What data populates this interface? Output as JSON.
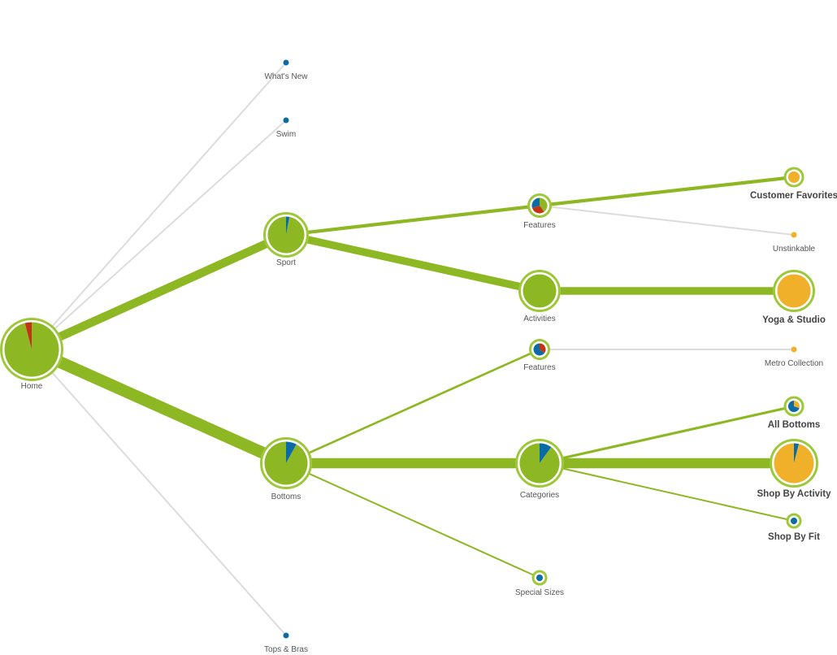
{
  "colors": {
    "green": "#8db823",
    "ring": "#9dc83a",
    "gray_link": "#dcdcdc",
    "blue": "#0a6ba5",
    "red": "#c33512",
    "orange": "#f0b02a"
  },
  "nodes": [
    {
      "id": "home",
      "label": "Home",
      "bold": false,
      "ring": true,
      "slices": [
        {
          "color": "green",
          "value": 0.96
        },
        {
          "color": "red",
          "value": 0.04
        }
      ]
    },
    {
      "id": "whats-new",
      "label": "What's New",
      "bold": false,
      "ring": false,
      "slices": [
        {
          "color": "blue",
          "value": 1
        }
      ]
    },
    {
      "id": "swim",
      "label": "Swim",
      "bold": false,
      "ring": false,
      "slices": [
        {
          "color": "blue",
          "value": 1
        }
      ]
    },
    {
      "id": "sport",
      "label": "Sport",
      "bold": false,
      "ring": true,
      "slices": [
        {
          "color": "blue",
          "value": 0.03
        },
        {
          "color": "green",
          "value": 0.97
        }
      ]
    },
    {
      "id": "bottoms",
      "label": "Bottoms",
      "bold": false,
      "ring": true,
      "slices": [
        {
          "color": "blue",
          "value": 0.08
        },
        {
          "color": "green",
          "value": 0.92
        }
      ]
    },
    {
      "id": "tops-bras",
      "label": "Tops & Bras",
      "bold": false,
      "ring": false,
      "slices": [
        {
          "color": "blue",
          "value": 1
        }
      ]
    },
    {
      "id": "features-sport",
      "label": "Features",
      "bold": false,
      "ring": true,
      "slices": [
        {
          "color": "green",
          "value": 0.4
        },
        {
          "color": "red",
          "value": 0.3
        },
        {
          "color": "blue",
          "value": 0.3
        }
      ]
    },
    {
      "id": "activities",
      "label": "Activities",
      "bold": false,
      "ring": true,
      "slices": [
        {
          "color": "green",
          "value": 1
        }
      ]
    },
    {
      "id": "features-bottoms",
      "label": "Features",
      "bold": false,
      "ring": true,
      "slices": [
        {
          "color": "red",
          "value": 0.35
        },
        {
          "color": "blue",
          "value": 0.65
        }
      ]
    },
    {
      "id": "categories",
      "label": "Categories",
      "bold": false,
      "ring": true,
      "slices": [
        {
          "color": "blue",
          "value": 0.1
        },
        {
          "color": "green",
          "value": 0.9
        }
      ]
    },
    {
      "id": "special-sizes",
      "label": "Special Sizes",
      "bold": false,
      "ring": true,
      "slices": [
        {
          "color": "blue",
          "value": 1
        }
      ]
    },
    {
      "id": "customer-favorites",
      "label": "Customer Favorites",
      "bold": true,
      "ring": true,
      "slices": [
        {
          "color": "orange",
          "value": 1
        }
      ]
    },
    {
      "id": "unstinkable",
      "label": "Unstinkable",
      "bold": false,
      "ring": false,
      "slices": [
        {
          "color": "orange",
          "value": 1
        }
      ]
    },
    {
      "id": "yoga-studio",
      "label": "Yoga & Studio",
      "bold": true,
      "ring": true,
      "slices": [
        {
          "color": "orange",
          "value": 1
        }
      ]
    },
    {
      "id": "metro-collection",
      "label": "Metro Collection",
      "bold": false,
      "ring": false,
      "slices": [
        {
          "color": "orange",
          "value": 1
        }
      ]
    },
    {
      "id": "all-bottoms",
      "label": "All Bottoms",
      "bold": true,
      "ring": true,
      "slices": [
        {
          "color": "orange",
          "value": 0.3
        },
        {
          "color": "blue",
          "value": 0.7
        }
      ]
    },
    {
      "id": "shop-by-activity",
      "label": "Shop By Activity",
      "bold": true,
      "ring": true,
      "slices": [
        {
          "color": "blue",
          "value": 0.04
        },
        {
          "color": "orange",
          "value": 0.96
        }
      ]
    },
    {
      "id": "shop-by-fit",
      "label": "Shop By Fit",
      "bold": true,
      "ring": true,
      "slices": [
        {
          "color": "blue",
          "value": 1
        }
      ]
    }
  ],
  "links": [
    {
      "source": "home",
      "target": "whats-new",
      "value": 1,
      "kind": "gray"
    },
    {
      "source": "home",
      "target": "swim",
      "value": 1,
      "kind": "gray"
    },
    {
      "source": "home",
      "target": "sport",
      "value": 10,
      "kind": "green"
    },
    {
      "source": "home",
      "target": "bottoms",
      "value": 14,
      "kind": "green"
    },
    {
      "source": "home",
      "target": "tops-bras",
      "value": 1,
      "kind": "gray"
    },
    {
      "source": "sport",
      "target": "features-sport",
      "value": 4,
      "kind": "green"
    },
    {
      "source": "sport",
      "target": "activities",
      "value": 9,
      "kind": "green"
    },
    {
      "source": "bottoms",
      "target": "features-bottoms",
      "value": 2.5,
      "kind": "green"
    },
    {
      "source": "bottoms",
      "target": "categories",
      "value": 12,
      "kind": "green"
    },
    {
      "source": "bottoms",
      "target": "special-sizes",
      "value": 1.5,
      "kind": "green"
    },
    {
      "source": "features-sport",
      "target": "customer-favorites",
      "value": 4,
      "kind": "green"
    },
    {
      "source": "features-sport",
      "target": "unstinkable",
      "value": 1,
      "kind": "gray"
    },
    {
      "source": "activities",
      "target": "yoga-studio",
      "value": 9,
      "kind": "green"
    },
    {
      "source": "features-bottoms",
      "target": "metro-collection",
      "value": 1,
      "kind": "gray"
    },
    {
      "source": "categories",
      "target": "all-bottoms",
      "value": 3,
      "kind": "green"
    },
    {
      "source": "categories",
      "target": "shop-by-activity",
      "value": 12,
      "kind": "green"
    },
    {
      "source": "categories",
      "target": "shop-by-fit",
      "value": 1.5,
      "kind": "green"
    }
  ]
}
